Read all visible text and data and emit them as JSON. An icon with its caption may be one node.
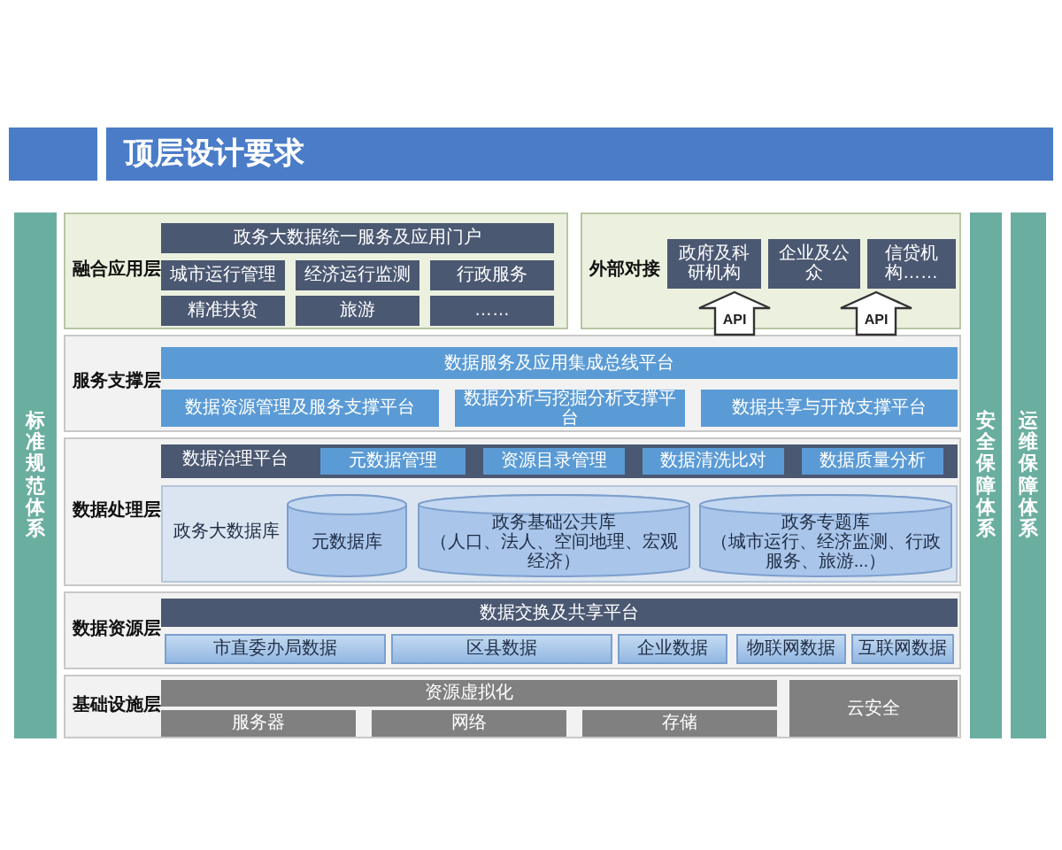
{
  "diagram": {
    "title": "顶层设计要求",
    "nodes": [
      {
        "text": [
          "标准规范体系"
        ]
      },
      {
        "text": [
          "融合应用层"
        ]
      },
      {
        "text": [
          "政务大数据统一服务及应用门户"
        ],
        "in": 1
      },
      {
        "text": [
          "城市运行管理"
        ],
        "in": 1
      },
      {
        "text": [
          "经济运行监测"
        ],
        "in": 1
      },
      {
        "text": [
          "行政服务"
        ],
        "in": 1
      },
      {
        "text": [
          "精准扶贫"
        ],
        "in": 1
      },
      {
        "text": [
          "旅游"
        ],
        "in": 1
      },
      {
        "text": [
          "……"
        ],
        "in": 1
      },
      {
        "text": [
          "外部对接"
        ]
      },
      {
        "text": [
          "政府及科研机构"
        ],
        "in": 9
      },
      {
        "text": [
          "企业及公众"
        ],
        "in": 9
      },
      {
        "text": [
          "信贷机构……"
        ],
        "in": 9
      },
      {
        "text": [
          "服务支撑层"
        ]
      },
      {
        "text": [
          "数据服务及应用集成总线平台"
        ],
        "in": 13
      },
      {
        "text": [
          "数据资源管理及服务支撑平台"
        ],
        "in": 13
      },
      {
        "text": [
          "数据分析与挖掘分析支撑平台"
        ],
        "in": 13
      },
      {
        "text": [
          "数据共享与开放支撑平台"
        ],
        "in": 13
      },
      {
        "text": [
          "数据处理层"
        ]
      },
      {
        "text": [
          "数据治理平台"
        ],
        "in": 18
      },
      {
        "text": [
          "元数据管理"
        ],
        "in": 19
      },
      {
        "text": [
          "资源目录管理"
        ],
        "in": 19
      },
      {
        "text": [
          "数据清洗比对"
        ],
        "in": 19
      },
      {
        "text": [
          "数据质量分析"
        ],
        "in": 19
      },
      {
        "text": [
          "政务大数据库"
        ],
        "in": 18
      },
      {
        "text": [
          "元数据库"
        ],
        "in": 24
      },
      {
        "text": [
          "政务基础公共库",
          "（人口、法人、空间地理、宏观经济）"
        ],
        "in": 24
      },
      {
        "text": [
          "政务专题库",
          "（城市运行、经济监测、行政服务、旅游...）"
        ],
        "in": 24
      },
      {
        "text": [
          "数据资源层"
        ]
      },
      {
        "text": [
          "数据交换及共享平台"
        ],
        "in": 28
      },
      {
        "text": [
          "市直委办局数据"
        ],
        "in": 28
      },
      {
        "text": [
          "区县数据"
        ],
        "in": 28
      },
      {
        "text": [
          "企业数据"
        ],
        "in": 28
      },
      {
        "text": [
          "物联网数据"
        ],
        "in": 28
      },
      {
        "text": [
          "互联网数据"
        ],
        "in": 28
      },
      {
        "text": [
          "基础设施层"
        ]
      },
      {
        "text": [
          "资源虚拟化"
        ],
        "in": 35
      },
      {
        "text": [
          "服务器"
        ],
        "in": 35
      },
      {
        "text": [
          "网络"
        ],
        "in": 35
      },
      {
        "text": [
          "存储"
        ],
        "in": 35
      },
      {
        "text": [
          "云安全"
        ],
        "in": 35
      },
      {
        "text": [
          "安全保障体系"
        ]
      },
      {
        "text": [
          "运维保障体系"
        ]
      }
    ],
    "edges": [
      {
        "from": 13,
        "to": 9,
        "arrow": "to",
        "label": "API"
      },
      {
        "from": 13,
        "to": 9,
        "arrow": "to",
        "label": "API"
      }
    ]
  }
}
